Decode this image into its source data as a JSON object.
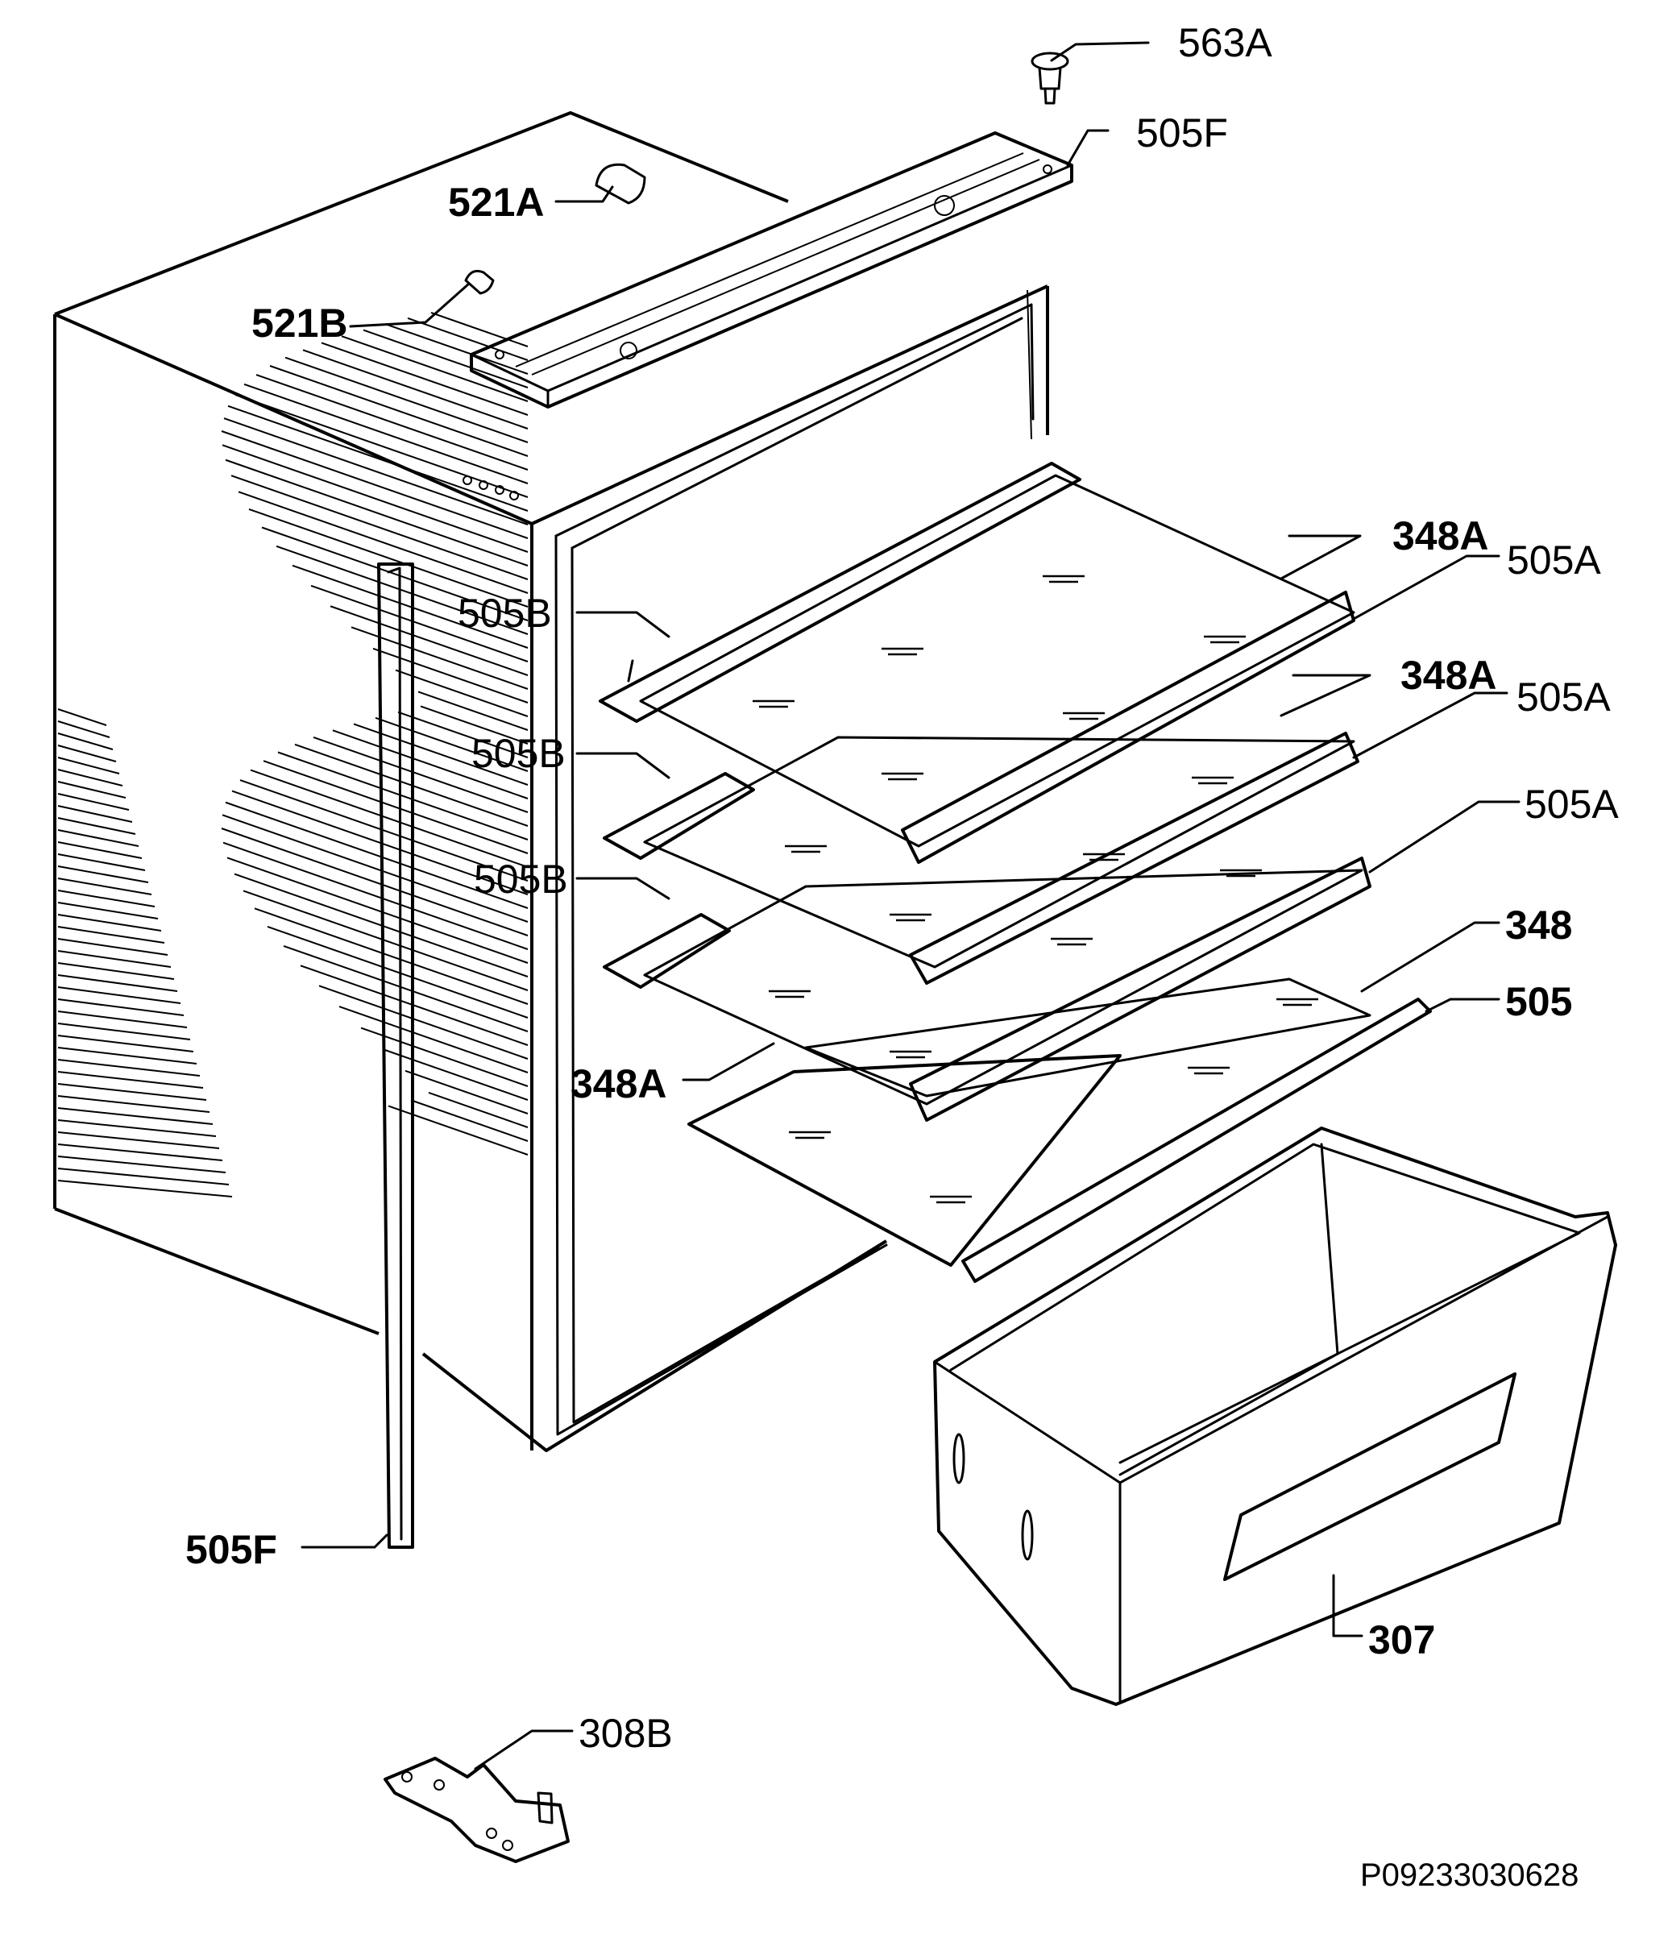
{
  "diagram": {
    "callouts": [
      {
        "id": "563a",
        "text": "563A"
      },
      {
        "id": "505f-top",
        "text": "505F"
      },
      {
        "id": "521a",
        "text": "521A"
      },
      {
        "id": "521b",
        "text": "521B"
      },
      {
        "id": "348a-1",
        "text": "348A"
      },
      {
        "id": "505a-1",
        "text": "505A"
      },
      {
        "id": "505b-1",
        "text": "505B"
      },
      {
        "id": "348a-2",
        "text": "348A"
      },
      {
        "id": "505a-2",
        "text": "505A"
      },
      {
        "id": "505b-2",
        "text": "505B"
      },
      {
        "id": "505a-3",
        "text": "505A"
      },
      {
        "id": "505b-3",
        "text": "505B"
      },
      {
        "id": "348",
        "text": "348"
      },
      {
        "id": "505",
        "text": "505"
      },
      {
        "id": "348a-3",
        "text": "348A"
      },
      {
        "id": "505f-side",
        "text": "505F"
      },
      {
        "id": "307",
        "text": "307"
      },
      {
        "id": "308b",
        "text": "308B"
      }
    ],
    "drawing_code": "P09233030628"
  }
}
